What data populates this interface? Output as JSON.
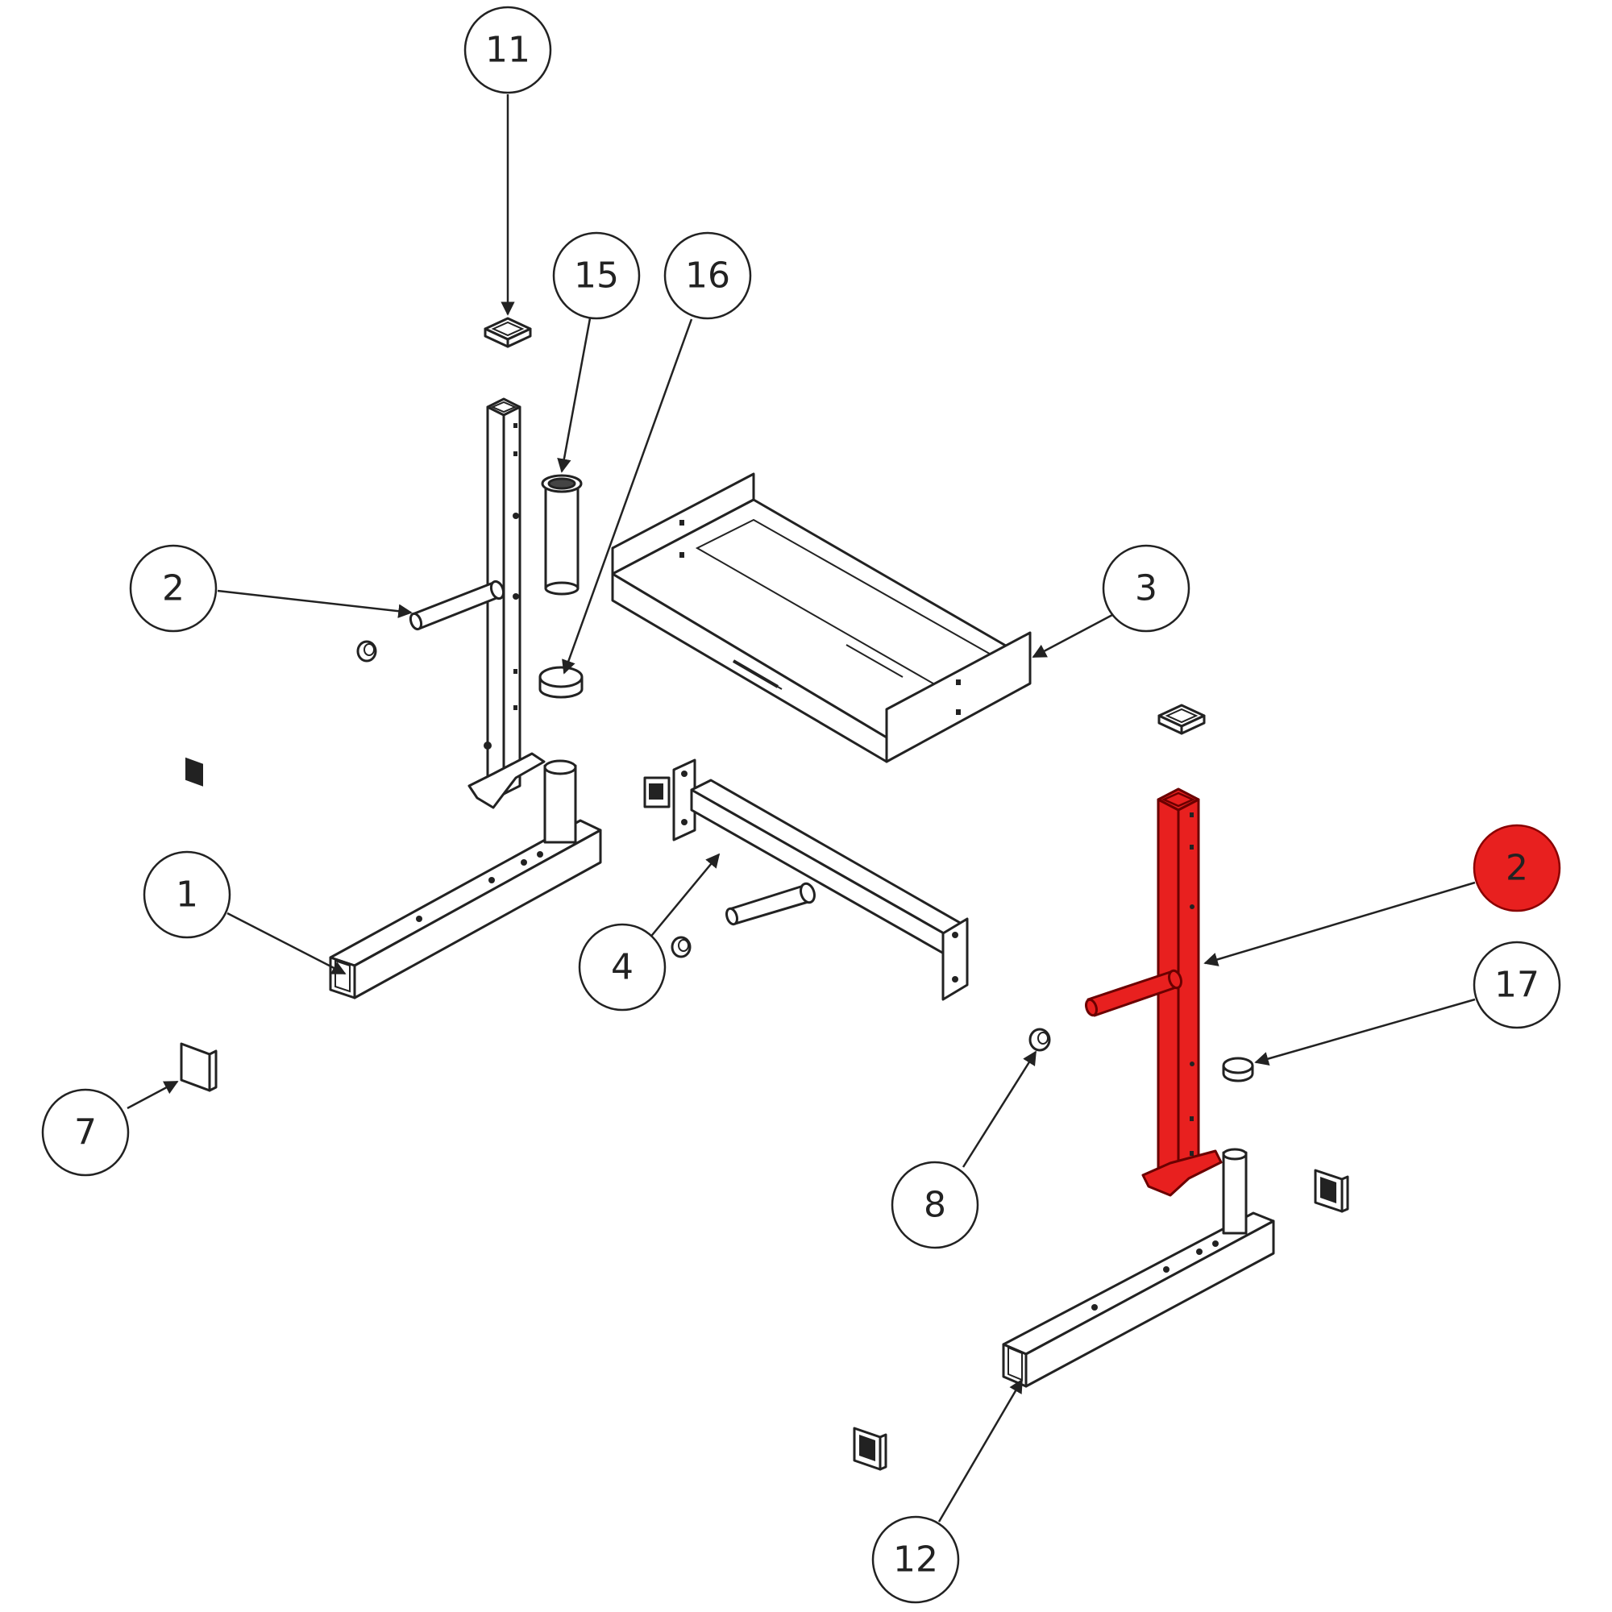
{
  "highlight_color": "#e8201f",
  "callouts": [
    {
      "id": "11",
      "label": "11",
      "active": false
    },
    {
      "id": "15",
      "label": "15",
      "active": false
    },
    {
      "id": "16",
      "label": "16",
      "active": false
    },
    {
      "id": "2a",
      "label": "2",
      "active": false
    },
    {
      "id": "3",
      "label": "3",
      "active": false
    },
    {
      "id": "1",
      "label": "1",
      "active": false
    },
    {
      "id": "4",
      "label": "4",
      "active": false
    },
    {
      "id": "2b",
      "label": "2",
      "active": true
    },
    {
      "id": "17",
      "label": "17",
      "active": false
    },
    {
      "id": "7",
      "label": "7",
      "active": false
    },
    {
      "id": "8",
      "label": "8",
      "active": false
    },
    {
      "id": "12",
      "label": "12",
      "active": false
    }
  ]
}
